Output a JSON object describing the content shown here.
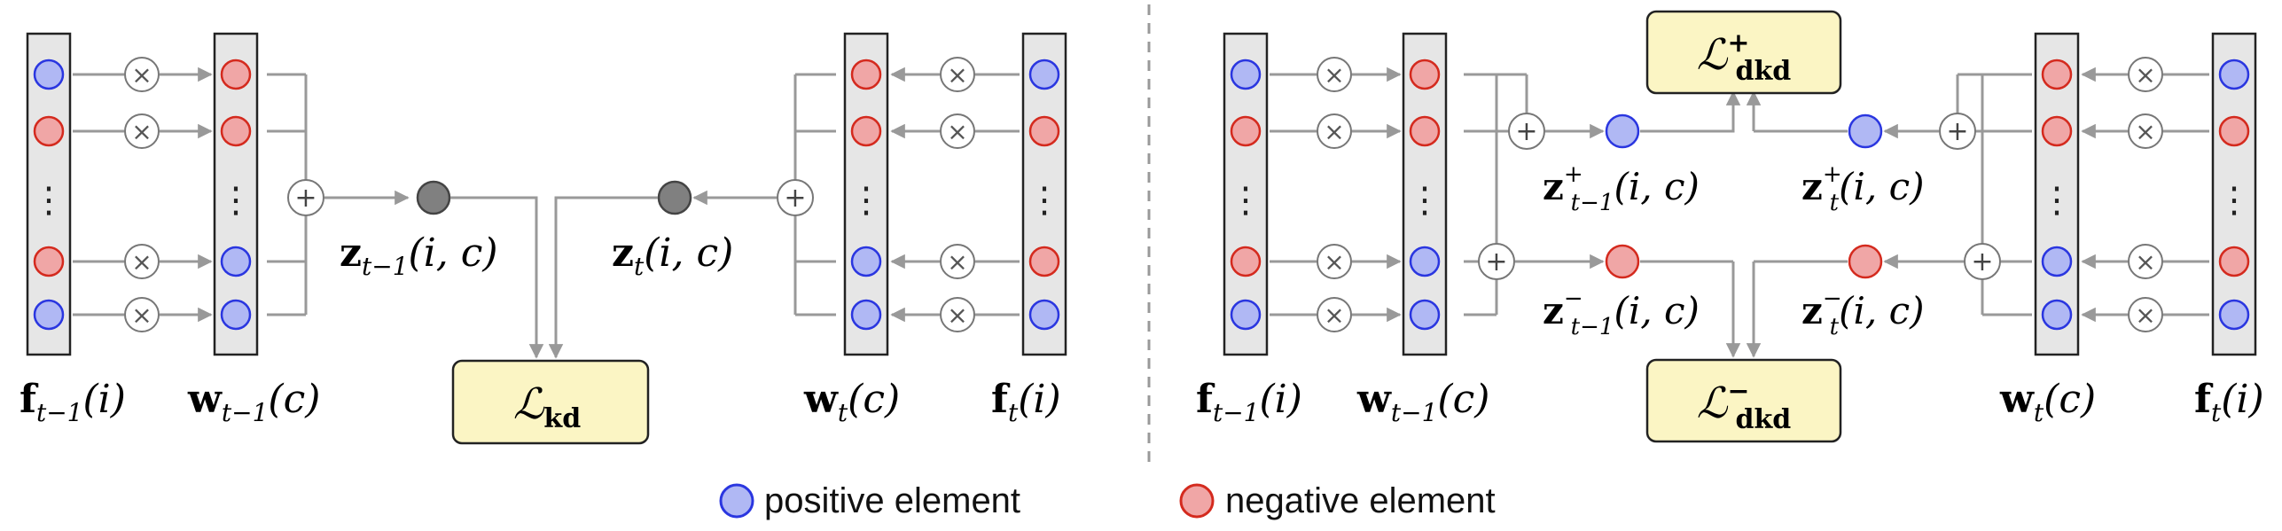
{
  "left": {
    "f_prev": {
      "bold": "f",
      "sub": "t−1",
      "rest": "(i)"
    },
    "w_prev": {
      "bold": "w",
      "sub": "t−1",
      "rest": "(c)"
    },
    "z_prev": {
      "bold": "z",
      "sub": "t−1",
      "rest": "(i, c)"
    },
    "z_cur": {
      "bold": "z",
      "sub": "t",
      "rest": "(i, c)"
    },
    "w_cur": {
      "bold": "w",
      "sub": "t",
      "rest": "(c)"
    },
    "f_cur": {
      "bold": "f",
      "sub": "t",
      "rest": "(i)"
    },
    "loss": {
      "sym": "ℒ",
      "sub": "kd"
    }
  },
  "right": {
    "f_prev": {
      "bold": "f",
      "sub": "t−1",
      "rest": "(i)"
    },
    "w_prev": {
      "bold": "w",
      "sub": "t−1",
      "rest": "(c)"
    },
    "w_cur": {
      "bold": "w",
      "sub": "t",
      "rest": "(c)"
    },
    "f_cur": {
      "bold": "f",
      "sub": "t",
      "rest": "(i)"
    },
    "z_prev_pos": {
      "bold": "z",
      "sup": "+",
      "sub": "t−1",
      "rest": "(i, c)"
    },
    "z_cur_pos": {
      "bold": "z",
      "sup": "+",
      "sub": "t",
      "rest": "(i, c)"
    },
    "z_prev_neg": {
      "bold": "z",
      "sup": "−",
      "sub": "t−1",
      "rest": "(i, c)"
    },
    "z_cur_neg": {
      "bold": "z",
      "sup": "−",
      "sub": "t",
      "rest": "(i, c)"
    },
    "loss_pos": {
      "sym": "ℒ",
      "sup": "+",
      "sub": "dkd"
    },
    "loss_neg": {
      "sym": "ℒ",
      "sup": "−",
      "sub": "dkd"
    }
  },
  "symbols": {
    "vdots": "⋮",
    "times": "×",
    "plus": "+"
  },
  "legend": {
    "positive": "positive element",
    "negative": "negative element"
  },
  "colors": {
    "positive_fill": "#b0b8f4",
    "positive_stroke": "#2a36e0",
    "negative_fill": "#f0a6a6",
    "negative_stroke": "#d42a1e",
    "logit_fill": "#808080",
    "column_fill": "#e6e6e6",
    "loss_fill": "#fbf5c4",
    "line": "#999999"
  }
}
